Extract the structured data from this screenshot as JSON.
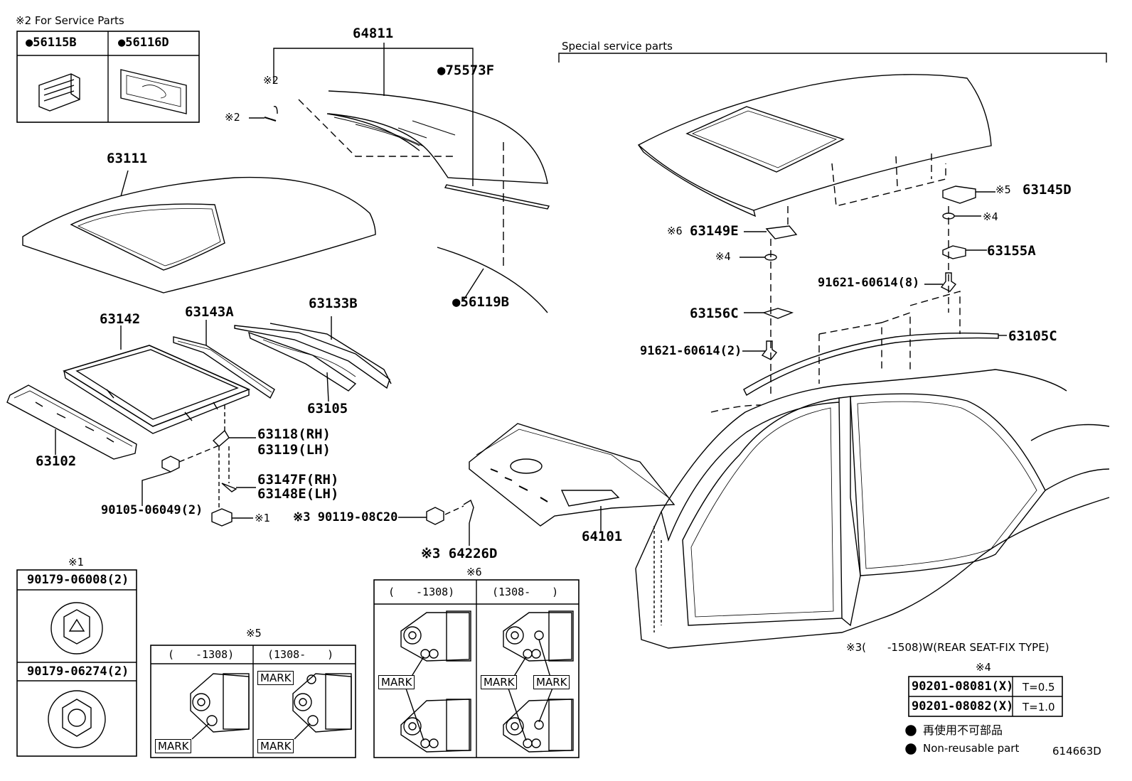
{
  "colors": {
    "line": "#000000",
    "background": "#ffffff"
  },
  "service_note": "※2 For Service Parts",
  "service_parts": [
    {
      "label": "●56115B"
    },
    {
      "label": "●56116D"
    }
  ],
  "special_service_note": "Special service parts",
  "parts": {
    "p64811": "64811",
    "p75573F": "●75573F",
    "p63111": "63111",
    "p56119B": "●56119B",
    "p63142": "63142",
    "p63143A": "63143A",
    "p63133B": "63133B",
    "p63105": "63105",
    "p63102": "63102",
    "p63118": "63118(RH)",
    "p63119": "63119(LH)",
    "p63147F": "63147F(RH)",
    "p63148E": "63148E(LH)",
    "p90105": "90105-06049(2)",
    "p90119": "※3 90119-08C20",
    "p64226D": "※3 64226D",
    "p64101": "64101",
    "p63145D": "63145D",
    "p63149E": "63149E",
    "p63155A": "63155A",
    "p91621_8": "91621-60614(8)",
    "p63156C": "63156C",
    "p91621_2": "91621-60614(2)",
    "p63105C": "63105C"
  },
  "refs": {
    "r2a": "※2",
    "r2b": "※2",
    "r1": "※1",
    "r5": "※5",
    "r6": "※6",
    "r4a": "※4",
    "r4b": "※4"
  },
  "box1": {
    "title": "※1",
    "items": [
      "90179-06008(2)",
      "90179-06274(2)"
    ]
  },
  "box5": {
    "title": "※5",
    "cols": [
      "(　　-1308)",
      "(1308-　　)"
    ],
    "mark": "MARK"
  },
  "box6": {
    "title": "※6",
    "cols": [
      "(　　-1308)",
      "(1308-　　)"
    ],
    "mark": "MARK"
  },
  "note3": "※3(　　-1508)W(REAR SEAT-FIX TYPE)",
  "box4": {
    "title": "※4",
    "rows": [
      {
        "part": "90201-08081(X)",
        "spec": "T=0.5"
      },
      {
        "part": "90201-08082(X)",
        "spec": "T=1.0"
      }
    ]
  },
  "legend": {
    "jp": "再使用不可部品",
    "en": "Non-reusable part"
  },
  "diagram_id": "614663D"
}
